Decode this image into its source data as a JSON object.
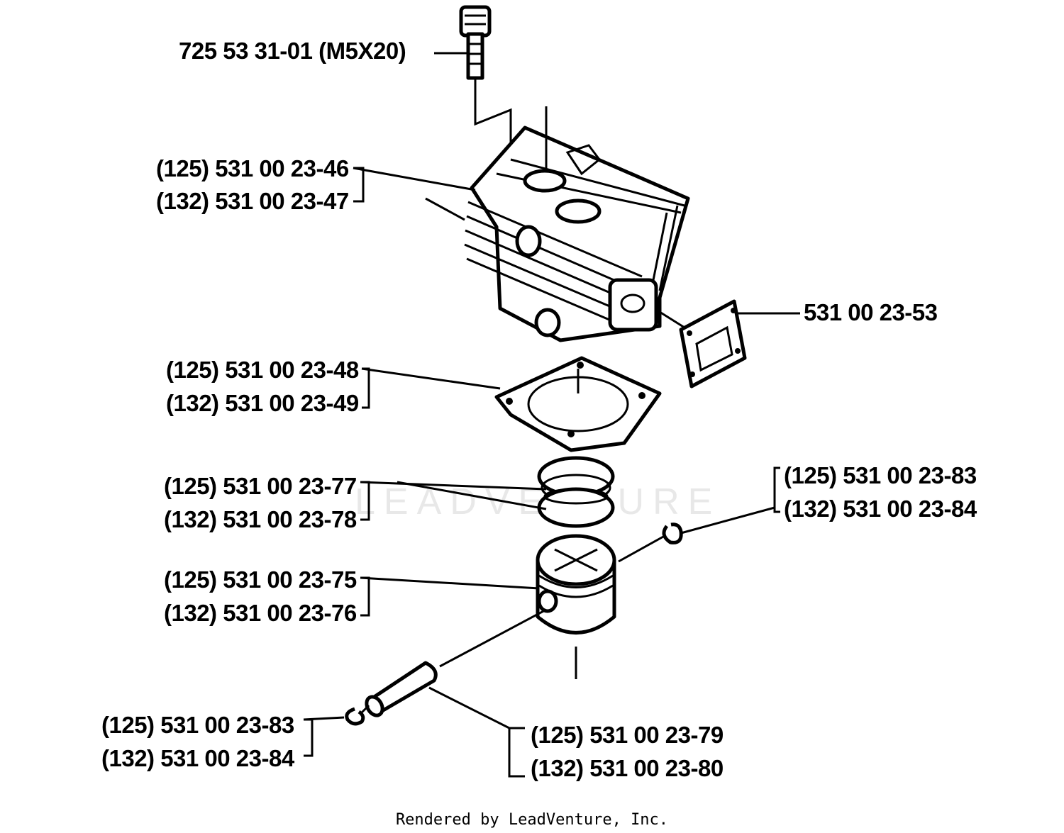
{
  "labels": {
    "bolt": "725 53 31-01 (M5X20)",
    "cylinder_125": "(125) 531 00 23-46",
    "cylinder_132": "(132) 531 00 23-47",
    "exhaust_gasket": "531 00 23-53",
    "base_gasket_125": "(125) 531 00 23-48",
    "base_gasket_132": "(132) 531 00 23-49",
    "rings_125": "(125) 531 00 23-77",
    "rings_132": "(132) 531 00 23-78",
    "circlip_right_125": "(125) 531 00 23-83",
    "circlip_right_132": "(132) 531 00 23-84",
    "piston_125": "(125) 531 00 23-75",
    "piston_132": "(132) 531 00 23-76",
    "circlip_left_125": "(125) 531 00 23-83",
    "circlip_left_132": "(132) 531 00 23-84",
    "pin_125": "(125) 531 00 23-79",
    "pin_132": "(132) 531 00 23-80"
  },
  "watermark": "LEADVENTURE",
  "footer": "Rendered by LeadVenture, Inc."
}
